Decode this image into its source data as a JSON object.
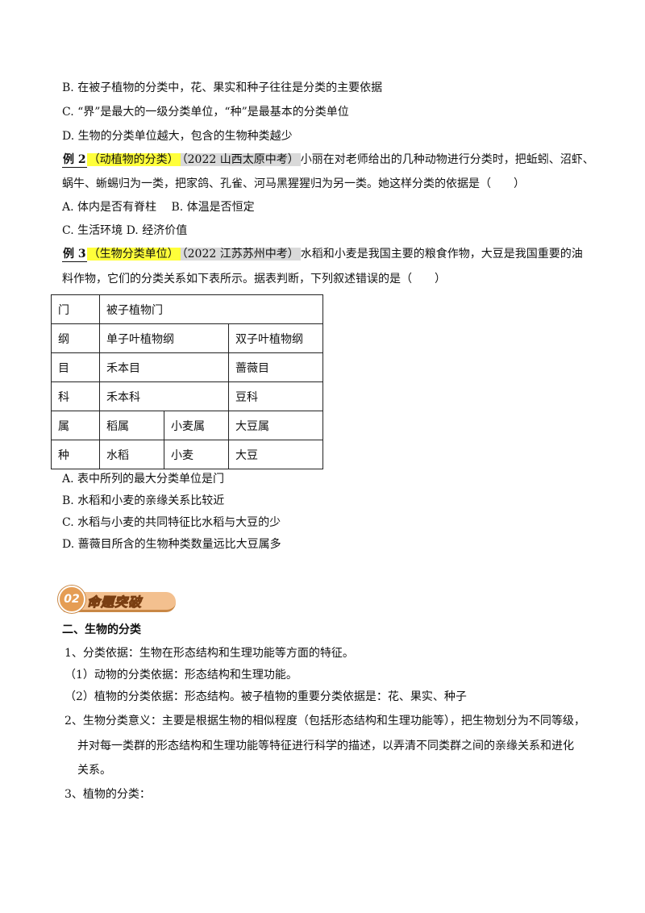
{
  "q1_options": [
    "B. 在被子植物的分类中，花、果实和种子往往是分类的主要依据",
    "C. “界”是最大的一级分类单位，“种”是最基本的分类单位",
    "D. 生物的分类单位越大，包含的生物种类越少"
  ],
  "example2": {
    "tag": "例 2",
    "topic": "（动植物的分类）",
    "source": "（2022 山西太原中考）",
    "stem_line1": "小丽在对老师给出的几种动物进行分类时，把蚯蚓、沼虾、",
    "stem_line2": "蜗牛、蜥蜴归为一类，把家鸽、孔雀、河马黑猩猩归为另一类。她这样分类的依据是（　　）",
    "options_line1": "A. 体内是否有脊柱　 B. 体温是否恒定",
    "options_line2": "C. 生活环境  D. 经济价值"
  },
  "example3": {
    "tag": "例 3",
    "topic": "（生物分类单位）",
    "source": "（2022 江苏苏州中考）",
    "stem_line1": "水稻和小麦是我国主要的粮食作物，大豆是我国重要的油",
    "stem_line2": "料作物，它们的分类关系如下表所示。据表判断，下列叙述错误的是（　　）",
    "options": [
      "A. 表中所列的最大分类单位是门",
      "B. 水稻和小麦的亲缘关系比较近",
      "C. 水稻与小麦的共同特征比水稻与大豆的少",
      "D. 蔷薇目所含的生物种类数量远比大豆属多"
    ]
  },
  "table": {
    "rows": [
      {
        "label": "门",
        "cells": [
          "被子植物门"
        ]
      },
      {
        "label": "纲",
        "cells": [
          "单子叶植物纲",
          "双子叶植物纲"
        ]
      },
      {
        "label": "目",
        "cells": [
          "禾本目",
          "蔷薇目"
        ]
      },
      {
        "label": "科",
        "cells": [
          "禾本科",
          "豆科"
        ]
      },
      {
        "label": "属",
        "cells": [
          "稻属",
          "小麦属",
          "大豆属"
        ]
      },
      {
        "label": "种",
        "cells": [
          "水稻",
          "小麦",
          "大豆"
        ]
      }
    ]
  },
  "banner": {
    "number": "02",
    "text": "命题突破"
  },
  "section": {
    "title": "二、生物的分类",
    "lines": [
      "1、分类依据：生物在形态结构和生理功能等方面的特征。",
      "（1）动物的分类依据：形态结构和生理功能。",
      "（2）植物的分类依据：形态结构。被子植物的重要分类依据是：花、果实、种子",
      "2、生物分类意义：主要是根据生物的相似程度（包括形态结构和生理功能等），把生物划分为不同等级，",
      "并对每一类群的形态结构和生理功能等特征进行科学的描述，以弄清不同类群之间的亲缘关系和进化",
      "关系。",
      "3、植物的分类："
    ]
  }
}
